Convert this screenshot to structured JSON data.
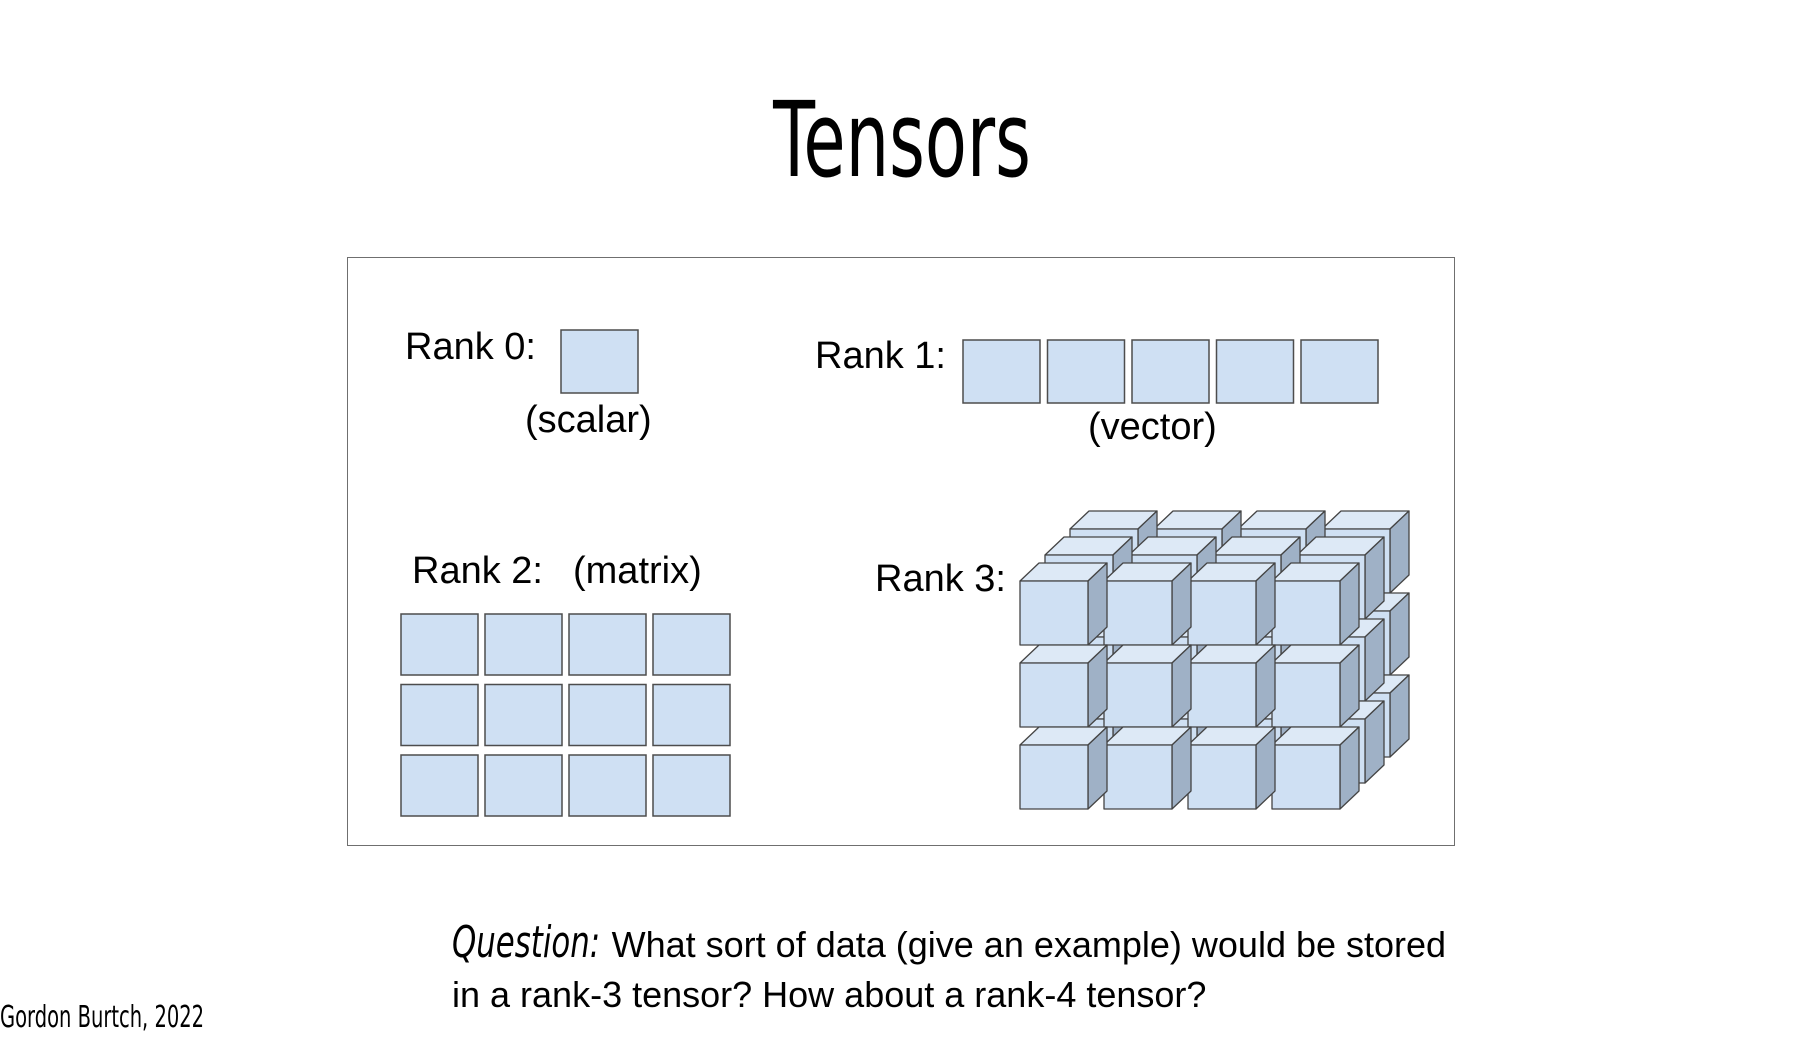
{
  "slide": {
    "title": "Tensors",
    "credit": "Gordon Burtch, 2022"
  },
  "diagram": {
    "rank0": {
      "label": "Rank 0:",
      "caption": "(scalar)"
    },
    "rank1": {
      "label": "Rank 1:",
      "caption": "(vector)",
      "length": 5
    },
    "rank2": {
      "label": "Rank 2:",
      "caption": "(matrix)",
      "rows": 3,
      "cols": 4
    },
    "rank3": {
      "label": "Rank 3:",
      "rows": 3,
      "cols": 4,
      "depth": 3
    },
    "colors": {
      "cell_fill": "#cfe0f3",
      "cell_stroke": "#4d4d4d",
      "cube_front": "#cfe0f3",
      "cube_top": "#dde9f6",
      "cube_side": "#9fb1c6"
    }
  },
  "question": {
    "lead": "Question:",
    "body": " What sort of data (give an example) would be stored in a rank-3 tensor? How about a rank-4 tensor?"
  }
}
